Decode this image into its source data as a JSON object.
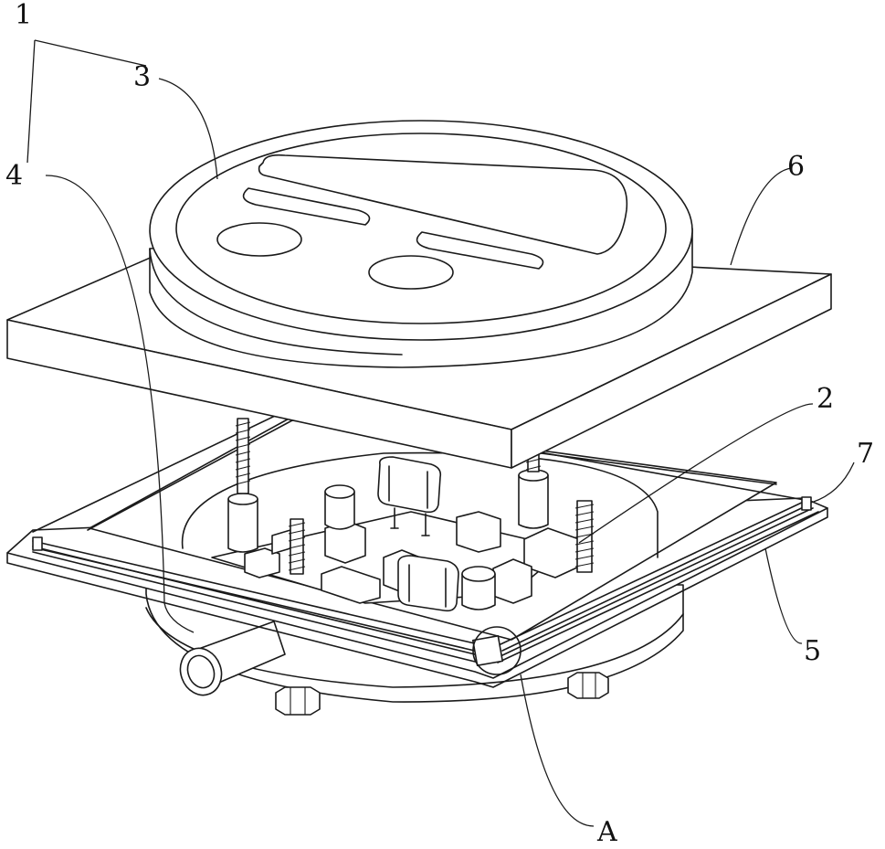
{
  "labels": {
    "label_1": "1",
    "label_2": "2",
    "label_3": "3",
    "label_4": "4",
    "label_5": "5",
    "label_6": "6",
    "label_7": "7",
    "label_A": "A"
  }
}
